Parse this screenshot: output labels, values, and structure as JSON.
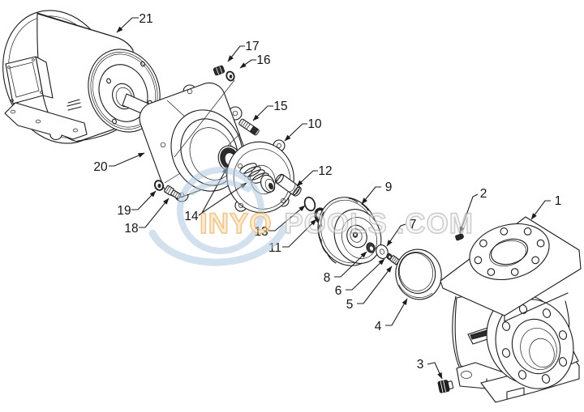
{
  "diagram": {
    "type": "exploded-parts-diagram",
    "subject": "pump and motor assembly exploded view",
    "colors": {
      "line": "#1c1c1c",
      "background": "#ffffff",
      "watermark_orange": "#e2992f",
      "watermark_orange_fill": "#f9ddb0",
      "watermark_gray": "#9f9f9f",
      "watermark_gray_fill": "#efefef",
      "watermark_blue": "#aecadf"
    },
    "watermark": {
      "brand_primary": "INYO",
      "brand_secondary": "POOLS",
      "brand_suffix": ".COM"
    },
    "callouts": [
      {
        "text": "1"
      },
      {
        "text": "2"
      },
      {
        "text": "3"
      },
      {
        "text": "4"
      },
      {
        "text": "5"
      },
      {
        "text": "6"
      },
      {
        "text": "7"
      },
      {
        "text": "8"
      },
      {
        "text": "9"
      },
      {
        "text": "10"
      },
      {
        "text": "11"
      },
      {
        "text": "12"
      },
      {
        "text": "13"
      },
      {
        "text": "14"
      },
      {
        "text": "15"
      },
      {
        "text": "16"
      },
      {
        "text": "17"
      },
      {
        "text": "18"
      },
      {
        "text": "19"
      },
      {
        "text": "20"
      },
      {
        "text": "21"
      }
    ]
  }
}
